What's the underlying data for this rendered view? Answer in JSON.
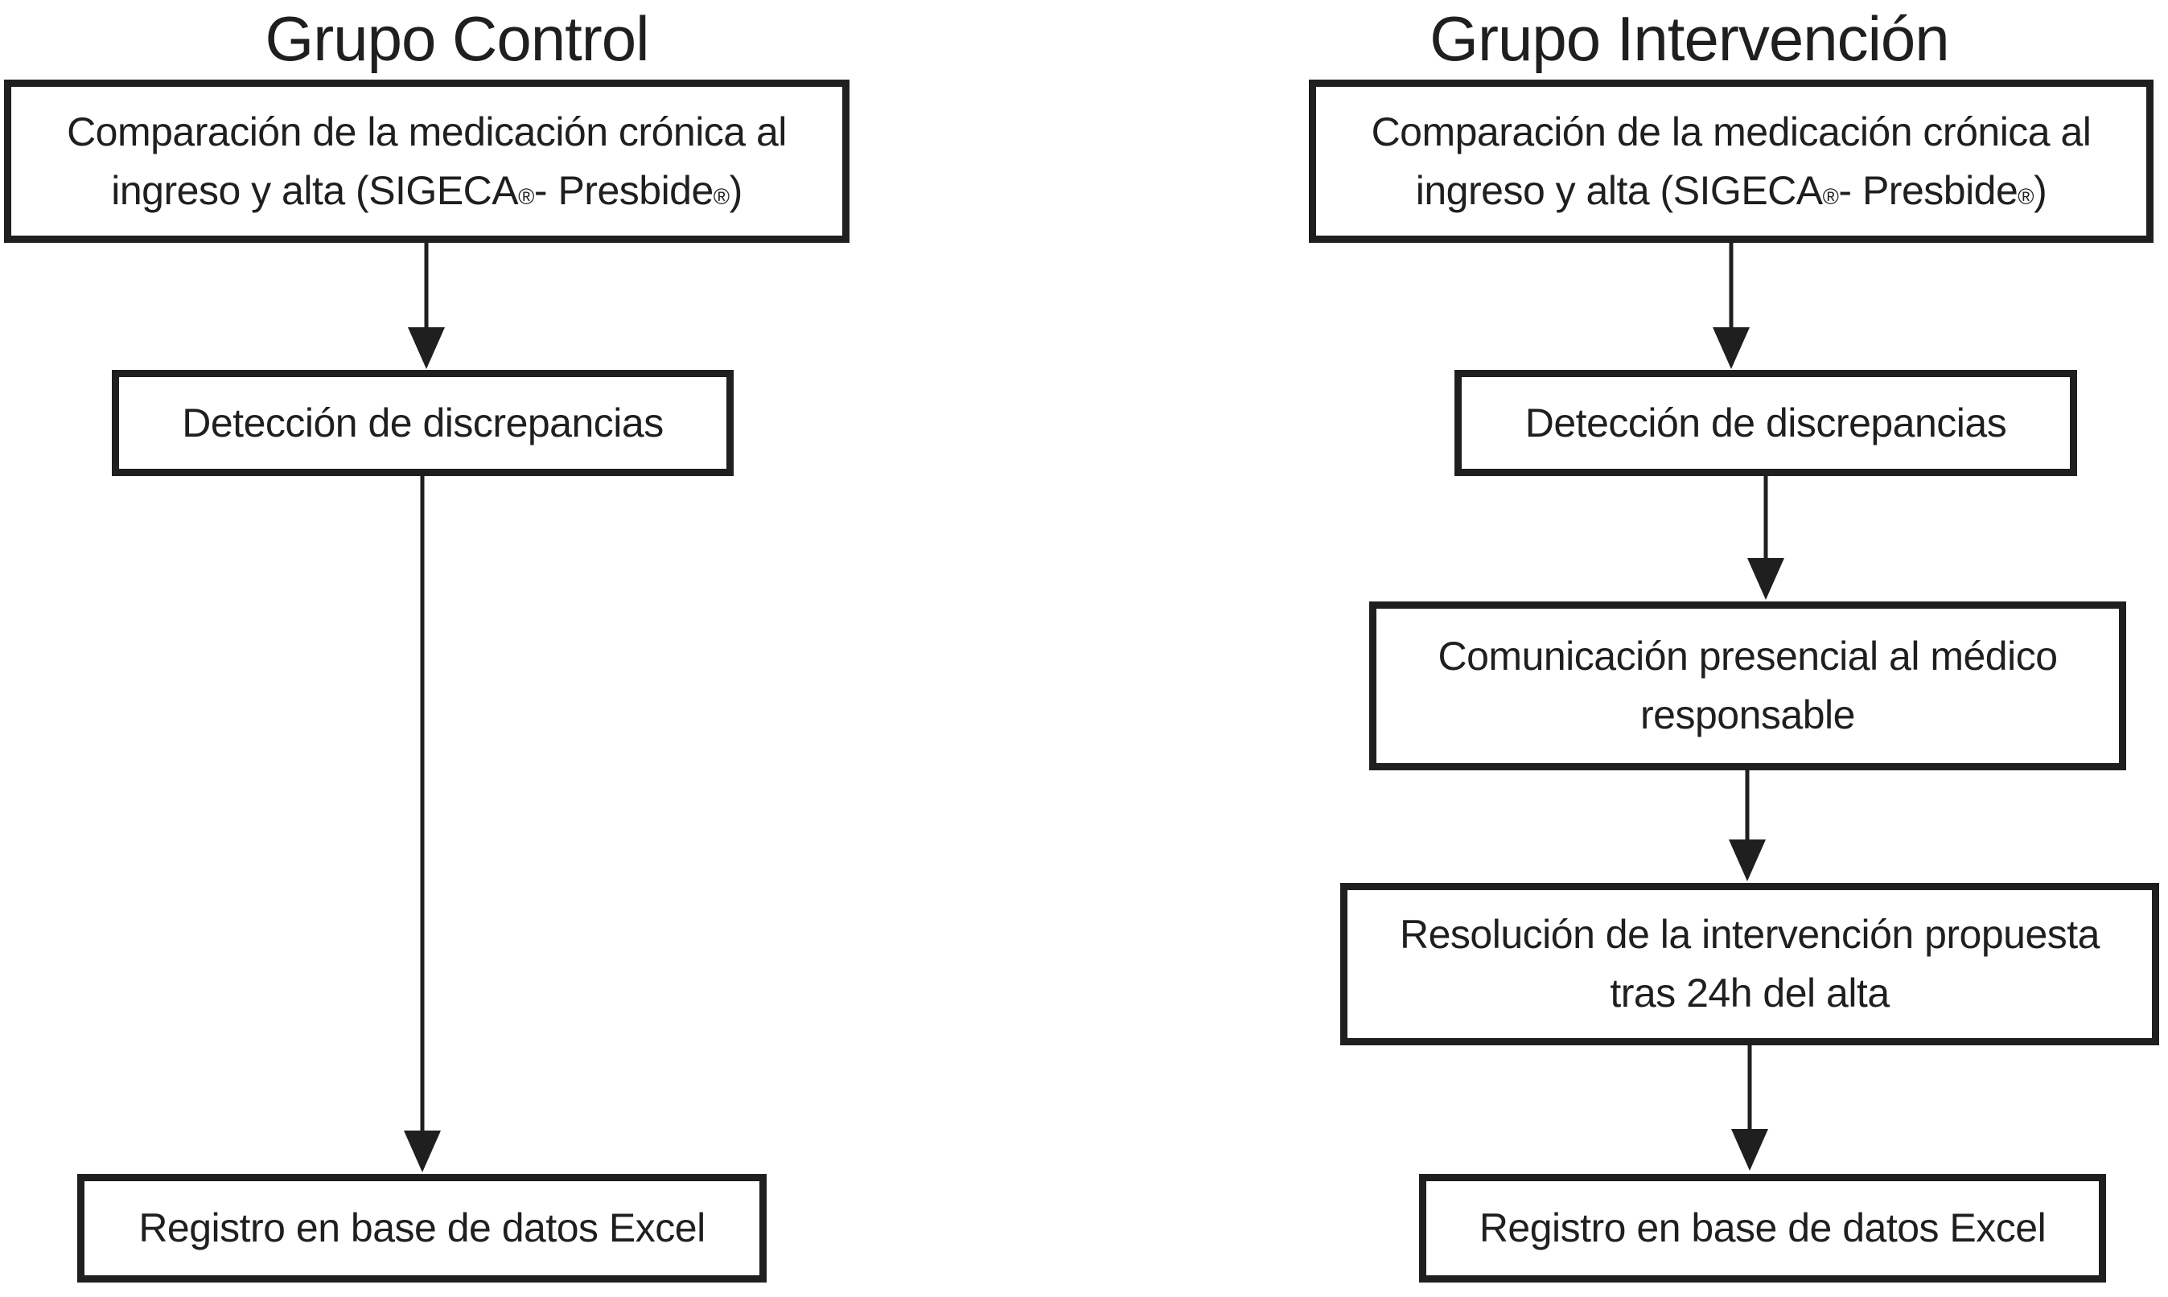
{
  "page": {
    "background_color": "#ffffff",
    "ink_color": "#1f1f1f"
  },
  "diagram": {
    "type": "flowchart",
    "columns": [
      {
        "title": "Grupo Control",
        "steps": [
          "Comparación de la medicación crónica al\ningreso y alta (SIGECA®- Presbide®)",
          "Detección de discrepancias",
          "Registro en base de datos Excel"
        ],
        "edges": [
          [
            0,
            1
          ],
          [
            1,
            2
          ]
        ]
      },
      {
        "title": "Grupo Intervención",
        "steps": [
          "Comparación de la medicación crónica al\ningreso y alta (SIGECA®- Presbide®)",
          "Detección de discrepancias",
          "Comunicación presencial al médico\nresponsable",
          "Resolución de la intervención propuesta\ntras 24h del alta",
          "Registro en base de datos Excel"
        ],
        "edges": [
          [
            0,
            1
          ],
          [
            1,
            2
          ],
          [
            2,
            3
          ],
          [
            3,
            4
          ]
        ]
      }
    ]
  }
}
